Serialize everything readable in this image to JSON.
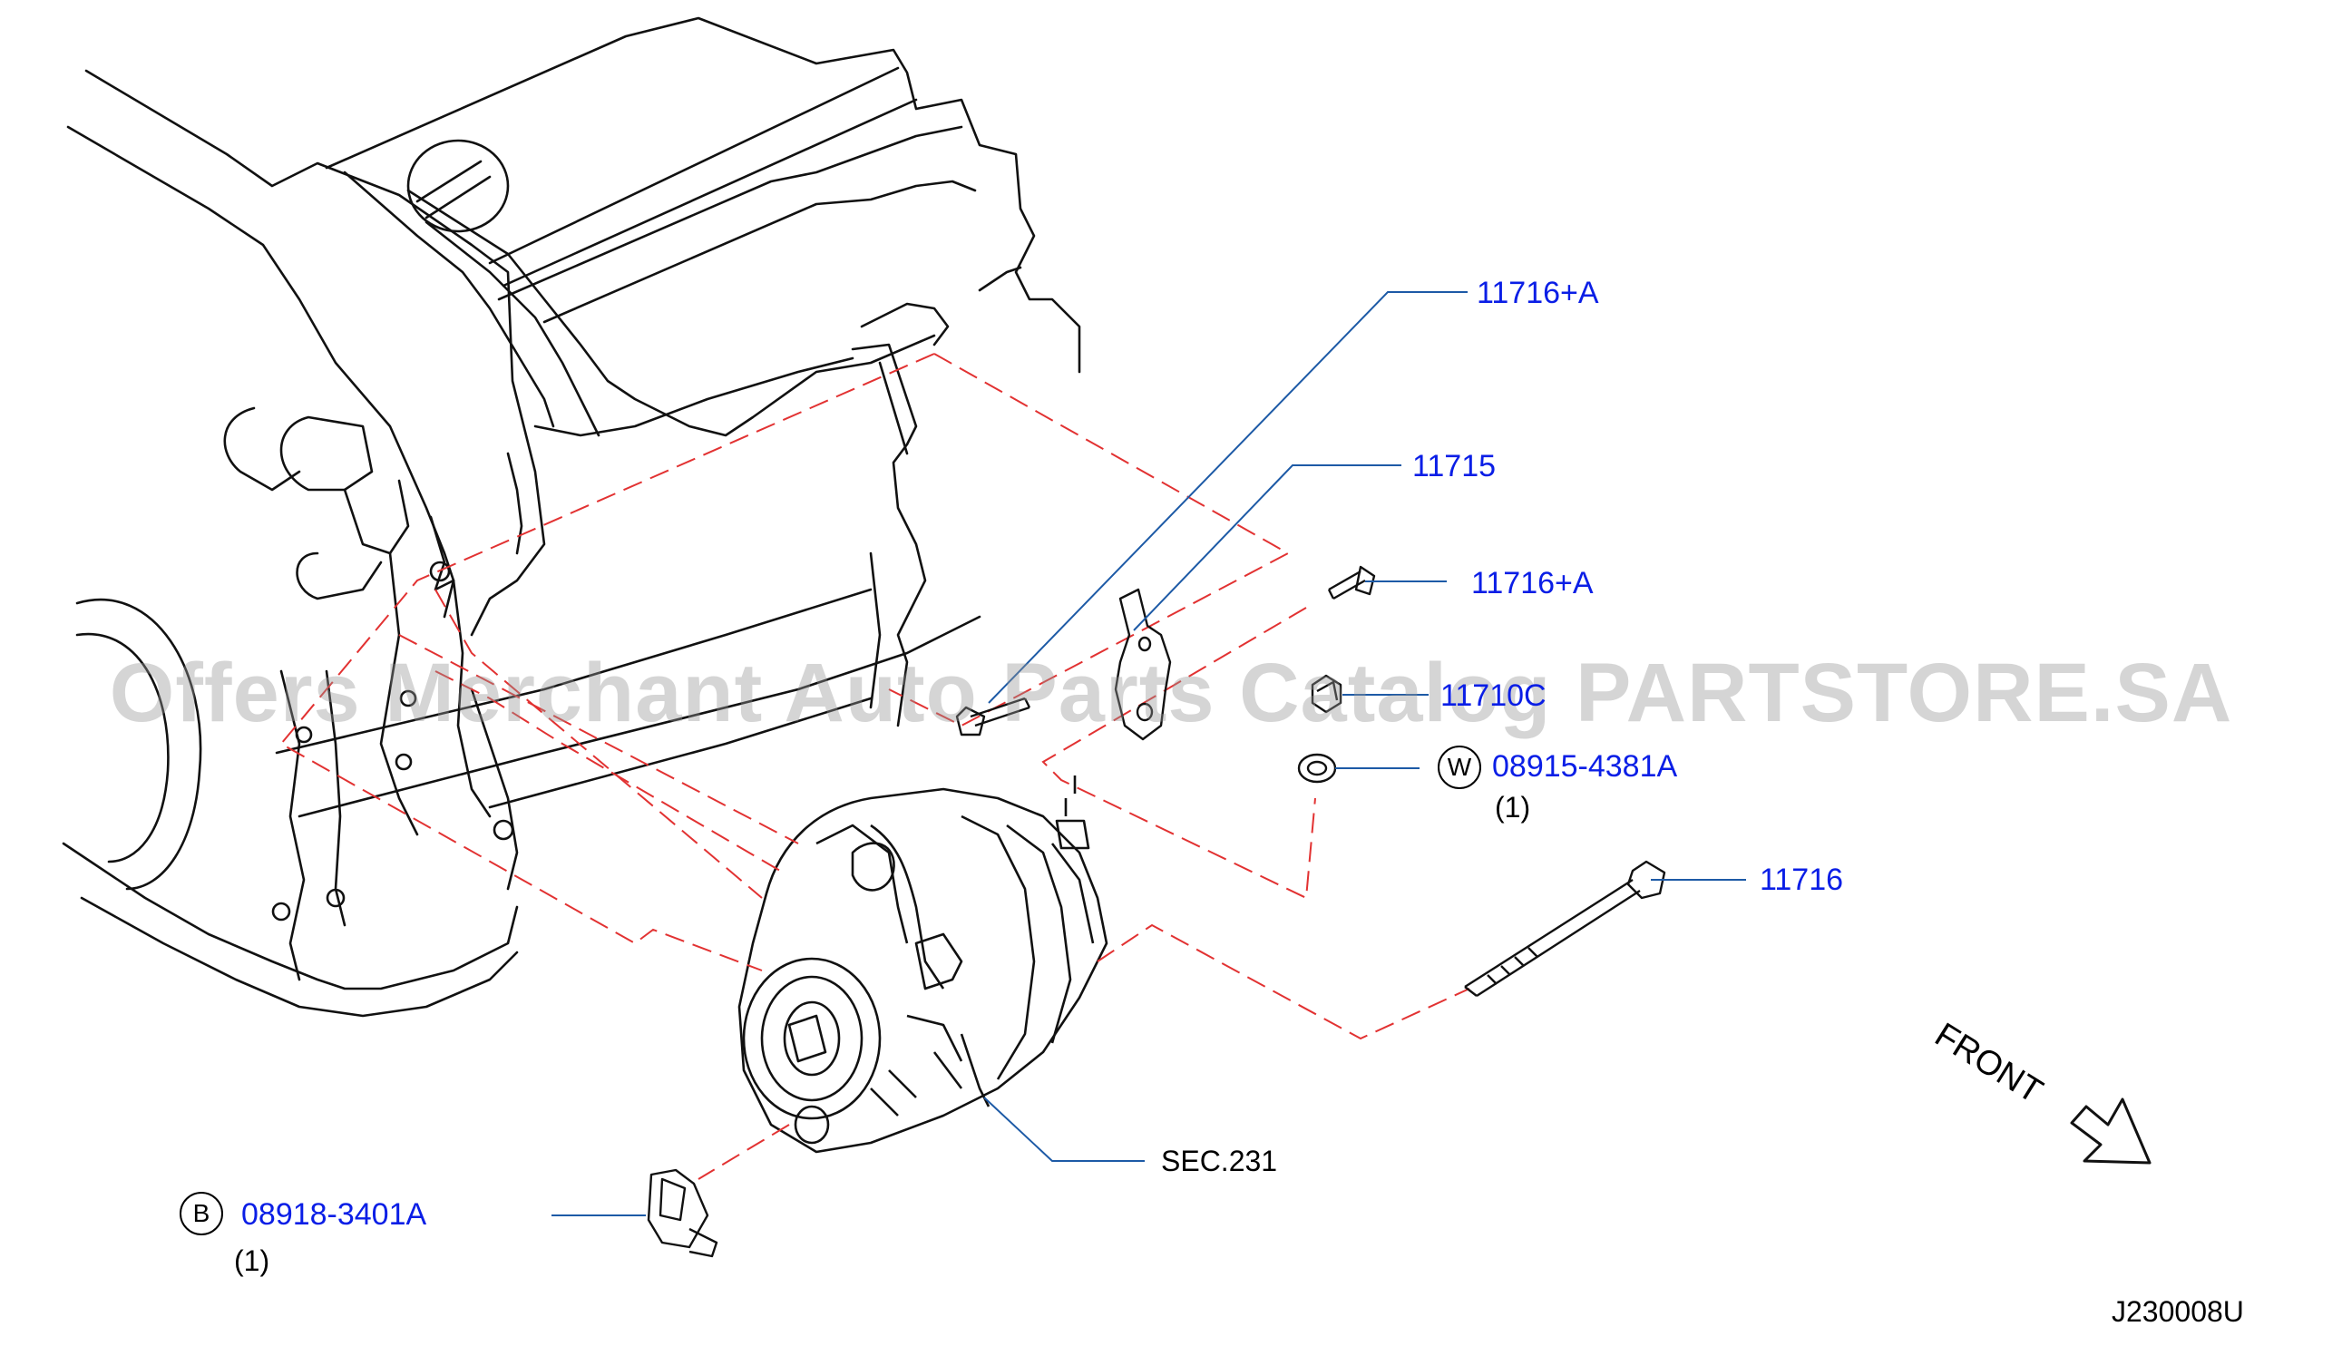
{
  "labels": {
    "bolt_top": "11716+A",
    "bracket": "11715",
    "bolt_mid": "11716+A",
    "nut": "11710C",
    "washer_symbol": "W",
    "washer": "08915-4381A",
    "washer_qty": "(1)",
    "long_bolt": "11716",
    "alternator": "SEC.231",
    "bolt_b_symbol": "B",
    "bolt_b": "08918-3401A",
    "bolt_b_qty": "(1)",
    "front": "FRONT",
    "diagram_id": "J230008U"
  },
  "watermark": "Offers Merchant Auto Parts Catalog PARTSTORE.SA",
  "colors": {
    "part_number": "#0a1ee6",
    "leader": "#1d5aa6",
    "dashed": "#e23232",
    "line_art": "#111111"
  }
}
